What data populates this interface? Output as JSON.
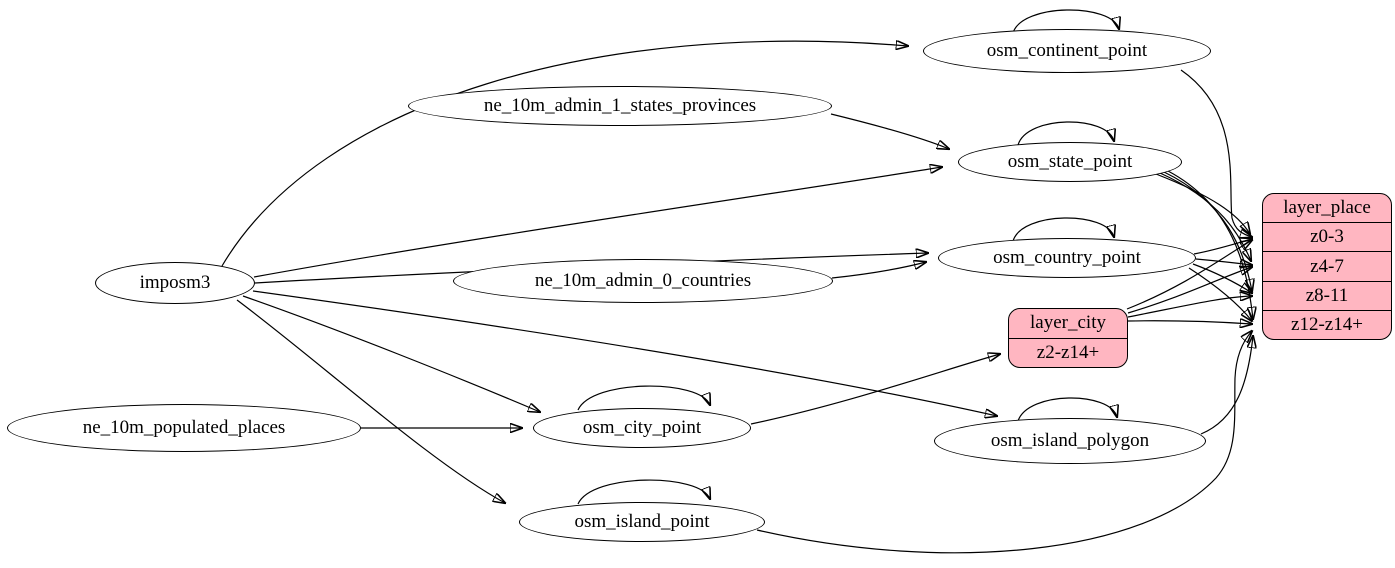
{
  "nodes": {
    "imposm3": {
      "label": "imposm3"
    },
    "ne_10m_admin_1_states_provinces": {
      "label": "ne_10m_admin_1_states_provinces"
    },
    "ne_10m_admin_0_countries": {
      "label": "ne_10m_admin_0_countries"
    },
    "ne_10m_populated_places": {
      "label": "ne_10m_populated_places"
    },
    "osm_continent_point": {
      "label": "osm_continent_point"
    },
    "osm_state_point": {
      "label": "osm_state_point"
    },
    "osm_country_point": {
      "label": "osm_country_point"
    },
    "osm_city_point": {
      "label": "osm_city_point"
    },
    "osm_island_polygon": {
      "label": "osm_island_polygon"
    },
    "osm_island_point": {
      "label": "osm_island_point"
    }
  },
  "records": {
    "layer_city": {
      "title": "layer_city",
      "rows": [
        "z2-z14+"
      ]
    },
    "layer_place": {
      "title": "layer_place",
      "rows": [
        "z0-3",
        "z4-7",
        "z8-11",
        "z12-z14+"
      ]
    }
  },
  "colors": {
    "node_fill": "#ffffff",
    "record_fill": "#ffb6c1",
    "edge": "#000000"
  },
  "edges": [
    {
      "from": "imposm3",
      "to": "osm_continent_point"
    },
    {
      "from": "imposm3",
      "to": "osm_state_point"
    },
    {
      "from": "imposm3",
      "to": "osm_country_point"
    },
    {
      "from": "imposm3",
      "to": "osm_city_point"
    },
    {
      "from": "imposm3",
      "to": "osm_island_point"
    },
    {
      "from": "imposm3",
      "to": "osm_island_polygon"
    },
    {
      "from": "ne_10m_admin_1_states_provinces",
      "to": "osm_state_point"
    },
    {
      "from": "ne_10m_admin_0_countries",
      "to": "osm_country_point"
    },
    {
      "from": "ne_10m_populated_places",
      "to": "osm_city_point"
    },
    {
      "from": "osm_continent_point",
      "to": "osm_continent_point"
    },
    {
      "from": "osm_state_point",
      "to": "osm_state_point"
    },
    {
      "from": "osm_country_point",
      "to": "osm_country_point"
    },
    {
      "from": "osm_city_point",
      "to": "osm_city_point"
    },
    {
      "from": "osm_island_polygon",
      "to": "osm_island_polygon"
    },
    {
      "from": "osm_island_point",
      "to": "osm_island_point"
    },
    {
      "from": "osm_city_point",
      "to": "layer_city:z2-z14+"
    },
    {
      "from": "layer_city",
      "to": "layer_place:z0-3"
    },
    {
      "from": "layer_city",
      "to": "layer_place:z4-7"
    },
    {
      "from": "layer_city",
      "to": "layer_place:z8-11"
    },
    {
      "from": "layer_city",
      "to": "layer_place:z12-z14+"
    },
    {
      "from": "osm_continent_point",
      "to": "layer_place:z0-3"
    },
    {
      "from": "osm_state_point",
      "to": "layer_place:z0-3"
    },
    {
      "from": "osm_state_point",
      "to": "layer_place:z4-7"
    },
    {
      "from": "osm_state_point",
      "to": "layer_place:z8-11"
    },
    {
      "from": "osm_state_point",
      "to": "layer_place:z12-z14+"
    },
    {
      "from": "osm_country_point",
      "to": "layer_place:z0-3"
    },
    {
      "from": "osm_country_point",
      "to": "layer_place:z4-7"
    },
    {
      "from": "osm_country_point",
      "to": "layer_place:z8-11"
    },
    {
      "from": "osm_country_point",
      "to": "layer_place:z12-z14+"
    },
    {
      "from": "osm_island_polygon",
      "to": "layer_place:z12-z14+"
    },
    {
      "from": "osm_island_point",
      "to": "layer_place:z12-z14+"
    }
  ]
}
